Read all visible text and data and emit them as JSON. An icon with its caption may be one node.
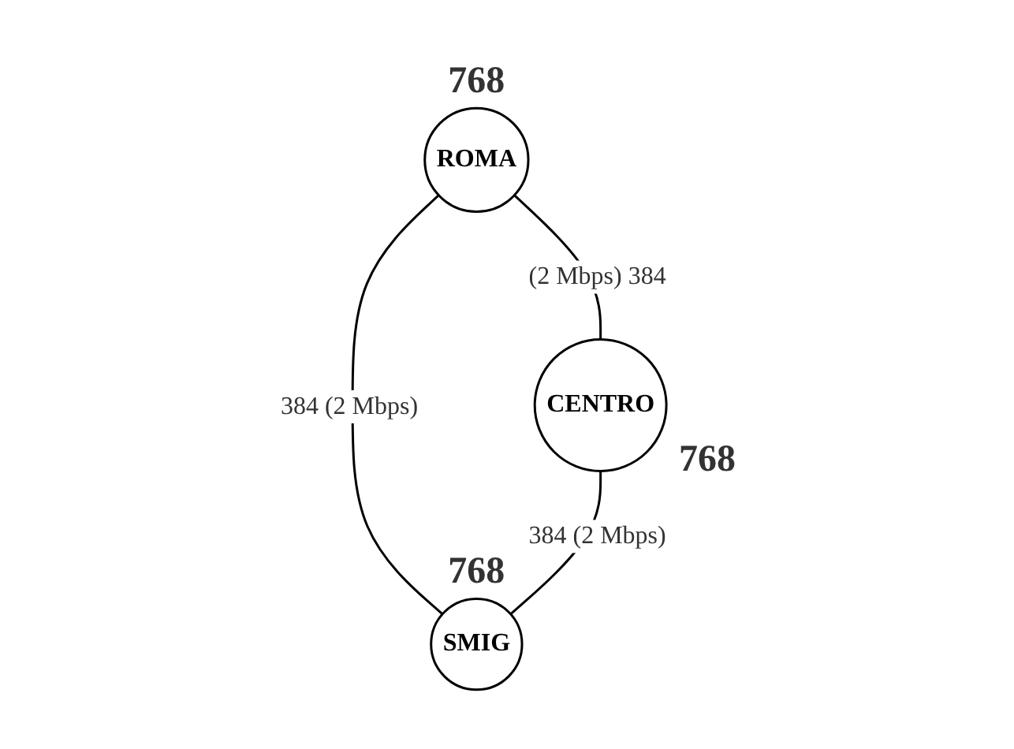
{
  "diagram": {
    "nodes": [
      {
        "text": [
          "ROMA"
        ],
        "beside": [
          "768"
        ]
      },
      {
        "text": [
          "CENTRO"
        ],
        "beside": [
          "768"
        ]
      },
      {
        "text": [
          "SMIG"
        ],
        "beside": [
          "768"
        ]
      }
    ],
    "edges": [
      {
        "from": 0,
        "to": 1,
        "arrow": "none",
        "label": "(2 Mbps) 384"
      },
      {
        "from": 0,
        "to": 2,
        "arrow": "none",
        "label": "384 (2 Mbps)"
      },
      {
        "from": 1,
        "to": 2,
        "arrow": "none",
        "label": "384 (2 Mbps)"
      }
    ]
  }
}
